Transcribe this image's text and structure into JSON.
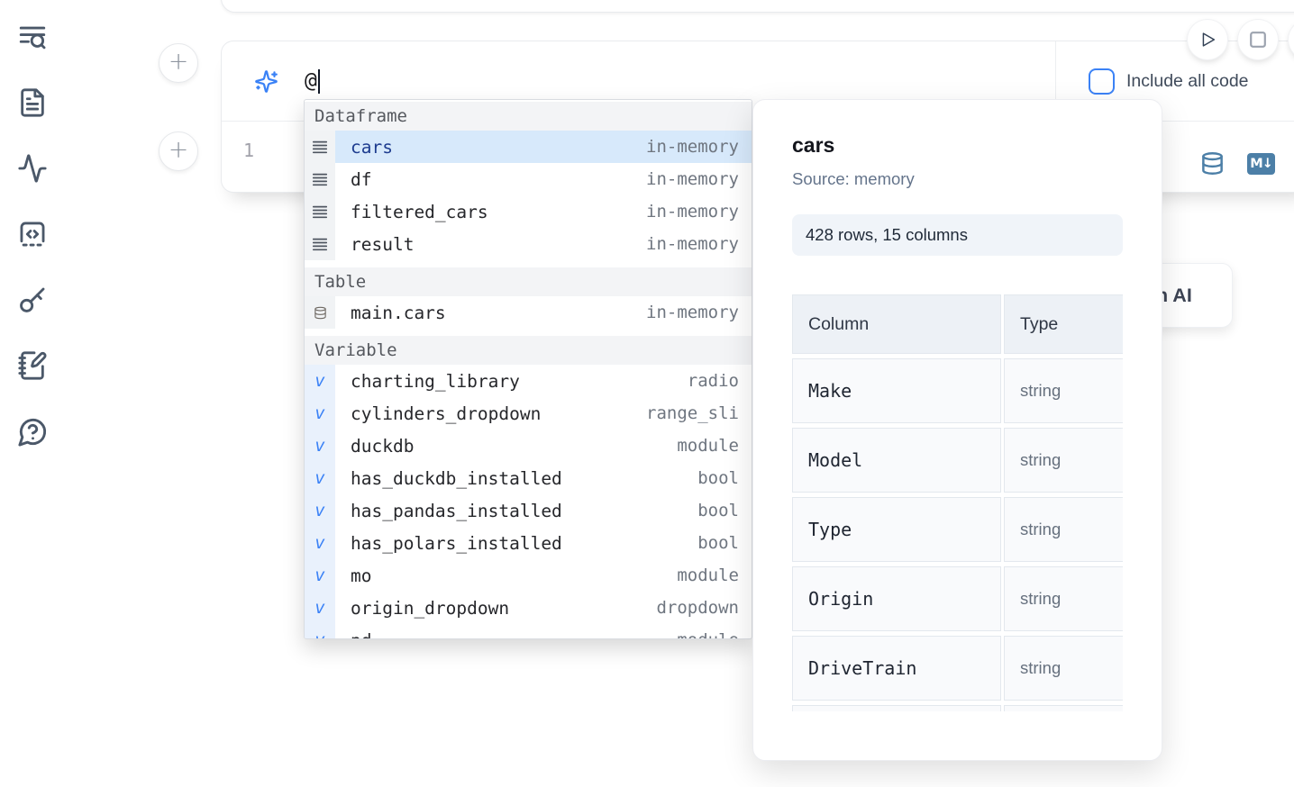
{
  "sidebar": {
    "items": [
      {
        "icon": "list-search-icon"
      },
      {
        "icon": "file-text-icon"
      },
      {
        "icon": "activity-icon"
      },
      {
        "icon": "code-snippets-icon"
      },
      {
        "icon": "key-icon"
      },
      {
        "icon": "notebook-pen-icon"
      },
      {
        "icon": "help-chat-icon"
      }
    ]
  },
  "run_controls": {
    "play_icon": "play-icon",
    "stop_icon": "stop-icon"
  },
  "cell": {
    "ai_prompt": {
      "value": "@",
      "include_all_code": {
        "label": "Include all code",
        "checked": false
      }
    },
    "editor": {
      "line_number": "1"
    },
    "toolbar": {
      "database_icon": "database-icon",
      "markdown_badge": "M↓"
    }
  },
  "completion": {
    "rows": [
      {
        "kind": "header",
        "label": "Dataframe"
      },
      {
        "kind": "item",
        "icon": "dataframe",
        "name": "cars",
        "type": "in-memory",
        "selected": true
      },
      {
        "kind": "item",
        "icon": "dataframe",
        "name": "df",
        "type": "in-memory"
      },
      {
        "kind": "item",
        "icon": "dataframe",
        "name": "filtered_cars",
        "type": "in-memory"
      },
      {
        "kind": "item",
        "icon": "dataframe",
        "name": "result",
        "type": "in-memory"
      },
      {
        "kind": "header",
        "label": "Table"
      },
      {
        "kind": "item",
        "icon": "table",
        "name": "main.cars",
        "type": "in-memory"
      },
      {
        "kind": "header",
        "label": "Variable"
      },
      {
        "kind": "item",
        "icon": "variable",
        "name": "charting_library",
        "type": "radio"
      },
      {
        "kind": "item",
        "icon": "variable",
        "name": "cylinders_dropdown",
        "type": "range_sli"
      },
      {
        "kind": "item",
        "icon": "variable",
        "name": "duckdb",
        "type": "module"
      },
      {
        "kind": "item",
        "icon": "variable",
        "name": "has_duckdb_installed",
        "type": "bool"
      },
      {
        "kind": "item",
        "icon": "variable",
        "name": "has_pandas_installed",
        "type": "bool"
      },
      {
        "kind": "item",
        "icon": "variable",
        "name": "has_polars_installed",
        "type": "bool"
      },
      {
        "kind": "item",
        "icon": "variable",
        "name": "mo",
        "type": "module"
      },
      {
        "kind": "item",
        "icon": "variable",
        "name": "origin_dropdown",
        "type": "dropdown"
      },
      {
        "kind": "item",
        "icon": "variable",
        "name": "pd",
        "type": "module"
      }
    ]
  },
  "preview": {
    "title": "cars",
    "source_label": "Source: memory",
    "shape": "428 rows, 15 columns",
    "table": {
      "headers": [
        "Column",
        "Type"
      ],
      "rows": [
        {
          "column": "Make",
          "type": "string"
        },
        {
          "column": "Model",
          "type": "string"
        },
        {
          "column": "Type",
          "type": "string"
        },
        {
          "column": "Origin",
          "type": "string"
        },
        {
          "column": "DriveTrain",
          "type": "string"
        },
        {
          "column": "",
          "type": ""
        }
      ]
    }
  },
  "ai_button": {
    "visible_label": "h AI"
  },
  "colors": {
    "accent_blue": "#3b82f6",
    "selected_row_bg": "#d7e9fb",
    "selected_row_text": "#1e3c8f",
    "toolbar_icon_blue": "#4c7fa7"
  }
}
